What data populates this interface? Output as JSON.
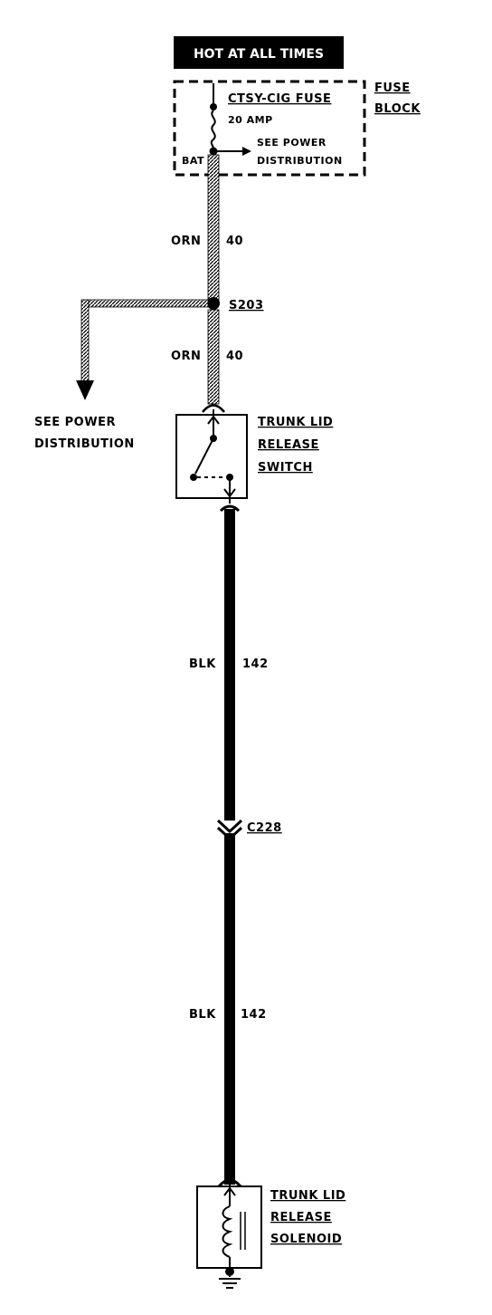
{
  "header": {
    "title": "HOT AT ALL TIMES"
  },
  "fuse_block": {
    "label_line1": "FUSE",
    "label_line2": "BLOCK",
    "fuse_name": "CTSY-CIG FUSE",
    "fuse_rating": "20 AMP",
    "terminal": "BAT",
    "ref_line1": "SEE POWER",
    "ref_line2": "DISTRIBUTION"
  },
  "wires": {
    "upper_color": "ORN",
    "upper_circuit": "40",
    "lower_color": "ORN",
    "lower_circuit": "40",
    "switch_to_connector_color": "BLK",
    "switch_to_connector_circuit": "142",
    "connector_to_solenoid_color": "BLK",
    "connector_to_solenoid_circuit": "142"
  },
  "splice": {
    "id": "S203"
  },
  "branch_ref": {
    "line1": "SEE POWER",
    "line2": "DISTRIBUTION"
  },
  "switch": {
    "line1": "TRUNK LID",
    "line2": "RELEASE",
    "line3": "SWITCH"
  },
  "connector": {
    "id": "C228"
  },
  "solenoid": {
    "line1": "TRUNK LID",
    "line2": "RELEASE",
    "line3": "SOLENOID"
  },
  "colors": {
    "ink": "#000000",
    "paper": "#ffffff"
  }
}
